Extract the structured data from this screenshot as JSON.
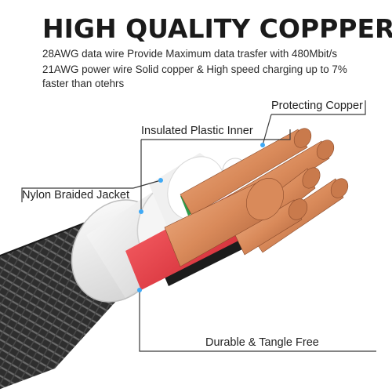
{
  "header": {
    "title": "HIGH QUALITY COPPPER",
    "lines": [
      "28AWG data wire  Provide Maximum data trasfer with 480Mbit/s",
      "21AWG power wire  Solid copper & High speed charging up to 7%",
      "faster than otehrs"
    ]
  },
  "labels": {
    "protecting_copper": "Protecting Copper",
    "insulated_inner": "Insulated Plastic Inner",
    "nylon_jacket": "Nylon Braided Jacket",
    "durable": "Durable & Tangle Free"
  },
  "colors": {
    "accent": "#3fa9f5",
    "copper": "#d98a5a",
    "red_wire": "#e0303a",
    "black_wire": "#1c1c1c",
    "jacket": "#3a3a3a"
  }
}
